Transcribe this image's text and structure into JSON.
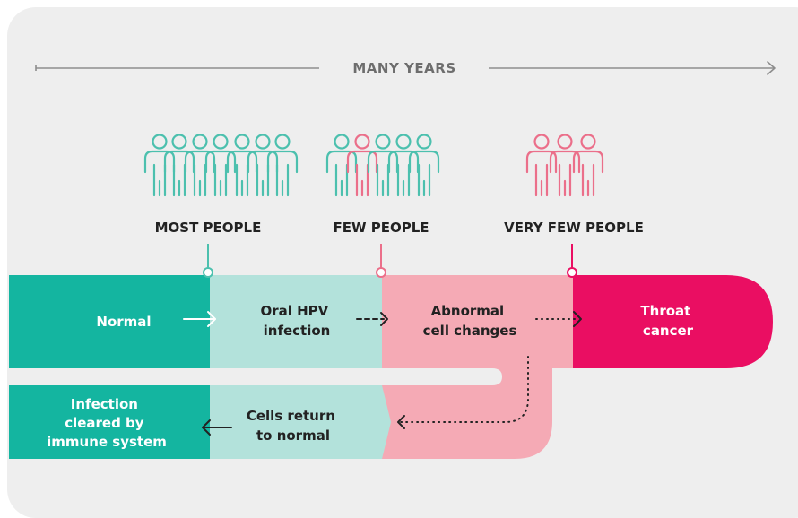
{
  "timeline": {
    "label": "MANY YEARS"
  },
  "groups": [
    {
      "label": "MOST PEOPLE"
    },
    {
      "label": "FEW PEOPLE"
    },
    {
      "label": "VERY FEW PEOPLE"
    }
  ],
  "stages": {
    "normal": "Normal",
    "oral_hpv": [
      "Oral HPV",
      "infection"
    ],
    "abnormal": [
      "Abnormal",
      "cell changes"
    ],
    "cancer": [
      "Throat",
      "cancer"
    ],
    "return": [
      "Cells return",
      "to normal"
    ],
    "cleared": [
      "Infection",
      "cleared by",
      "immune system"
    ]
  },
  "colors": {
    "panel_bg": "#eeeeee",
    "dark_teal": "#14b5a0",
    "light_teal": "#b3e2db",
    "pink_light": "#f5aab5",
    "magenta": "#ea0e62",
    "people_teal": "#4cc0ae",
    "people_pink": "#eb6f8a",
    "text_dark": "#222222",
    "grey": "#8d8d8d"
  },
  "icons": {
    "people_icon": "person-outline-icon",
    "arrows": [
      "arrow-right-icon",
      "dashed-arrow-right-icon",
      "dotted-arrow-right-icon",
      "dotted-return-arrow-icon",
      "arrow-left-icon"
    ]
  }
}
